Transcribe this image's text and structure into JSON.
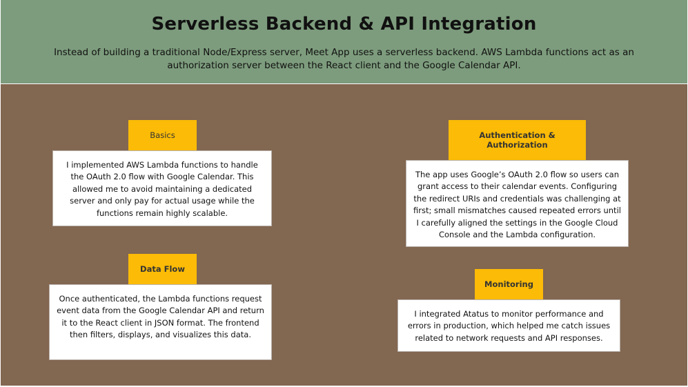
{
  "header": {
    "title": "Serverless Backend & API Integration",
    "subtitle": "Instead of building a traditional Node/Express server, Meet App uses a serverless backend. AWS Lambda functions act as an authorization server between the React client and the Google Calendar API."
  },
  "sections": {
    "basics": {
      "label": "Basics",
      "text": "I implemented AWS Lambda functions to handle the OAuth 2.0 flow with Google Calendar. This allowed me to avoid maintaining a dedicated server and only pay for actual usage while the functions remain highly scalable."
    },
    "auth": {
      "label": "Authentication & Authorization",
      "text": "The app uses Google’s OAuth 2.0 flow so users can grant access to their calendar events. Configuring the redirect URIs and credentials was challenging at first; small mismatches caused repeated errors until I carefully aligned the settings in the Google Cloud Console and the Lambda configuration."
    },
    "dataflow": {
      "label": "Data Flow",
      "text": "Once authenticated, the Lambda functions request event data from the Google Calendar API and return it to the React client in JSON format. The frontend then filters, displays, and visualizes this data."
    },
    "monitoring": {
      "label": "Monitoring",
      "text": "I integrated Atatus to monitor performance and errors in production, which helped me catch issues related to network requests and API responses."
    }
  },
  "colors": {
    "header_bg": "#7d9c7d",
    "panel_bg": "#826751",
    "tag_bg": "#fbbb06",
    "card_bg": "#ffffff"
  }
}
